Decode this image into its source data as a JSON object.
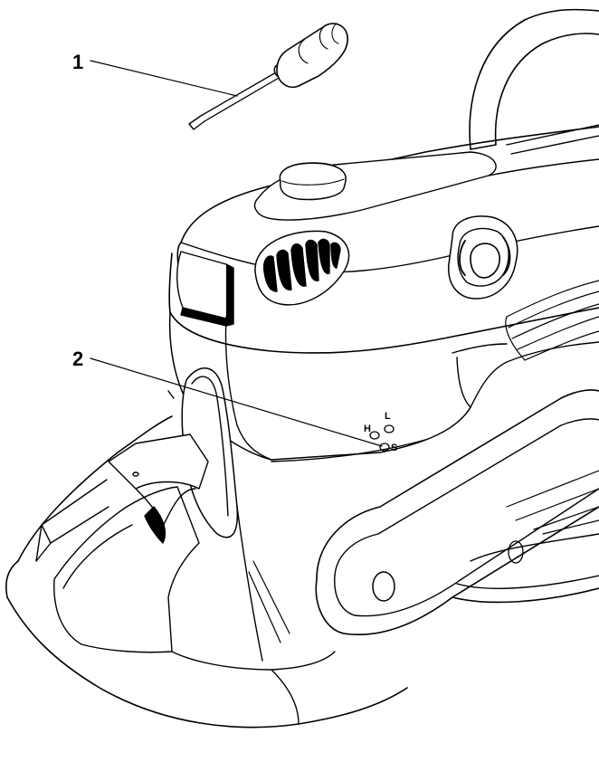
{
  "callouts": [
    {
      "id": "1",
      "label": "1",
      "target": "screwdriver"
    },
    {
      "id": "2",
      "label": "2",
      "target": "carburetor-adjustment-screws"
    }
  ],
  "screw_labels": {
    "high": "H",
    "low": "L",
    "idle": "S"
  },
  "colors": {
    "line": "#000000",
    "fill": "#ffffff",
    "shade": "#000000"
  }
}
